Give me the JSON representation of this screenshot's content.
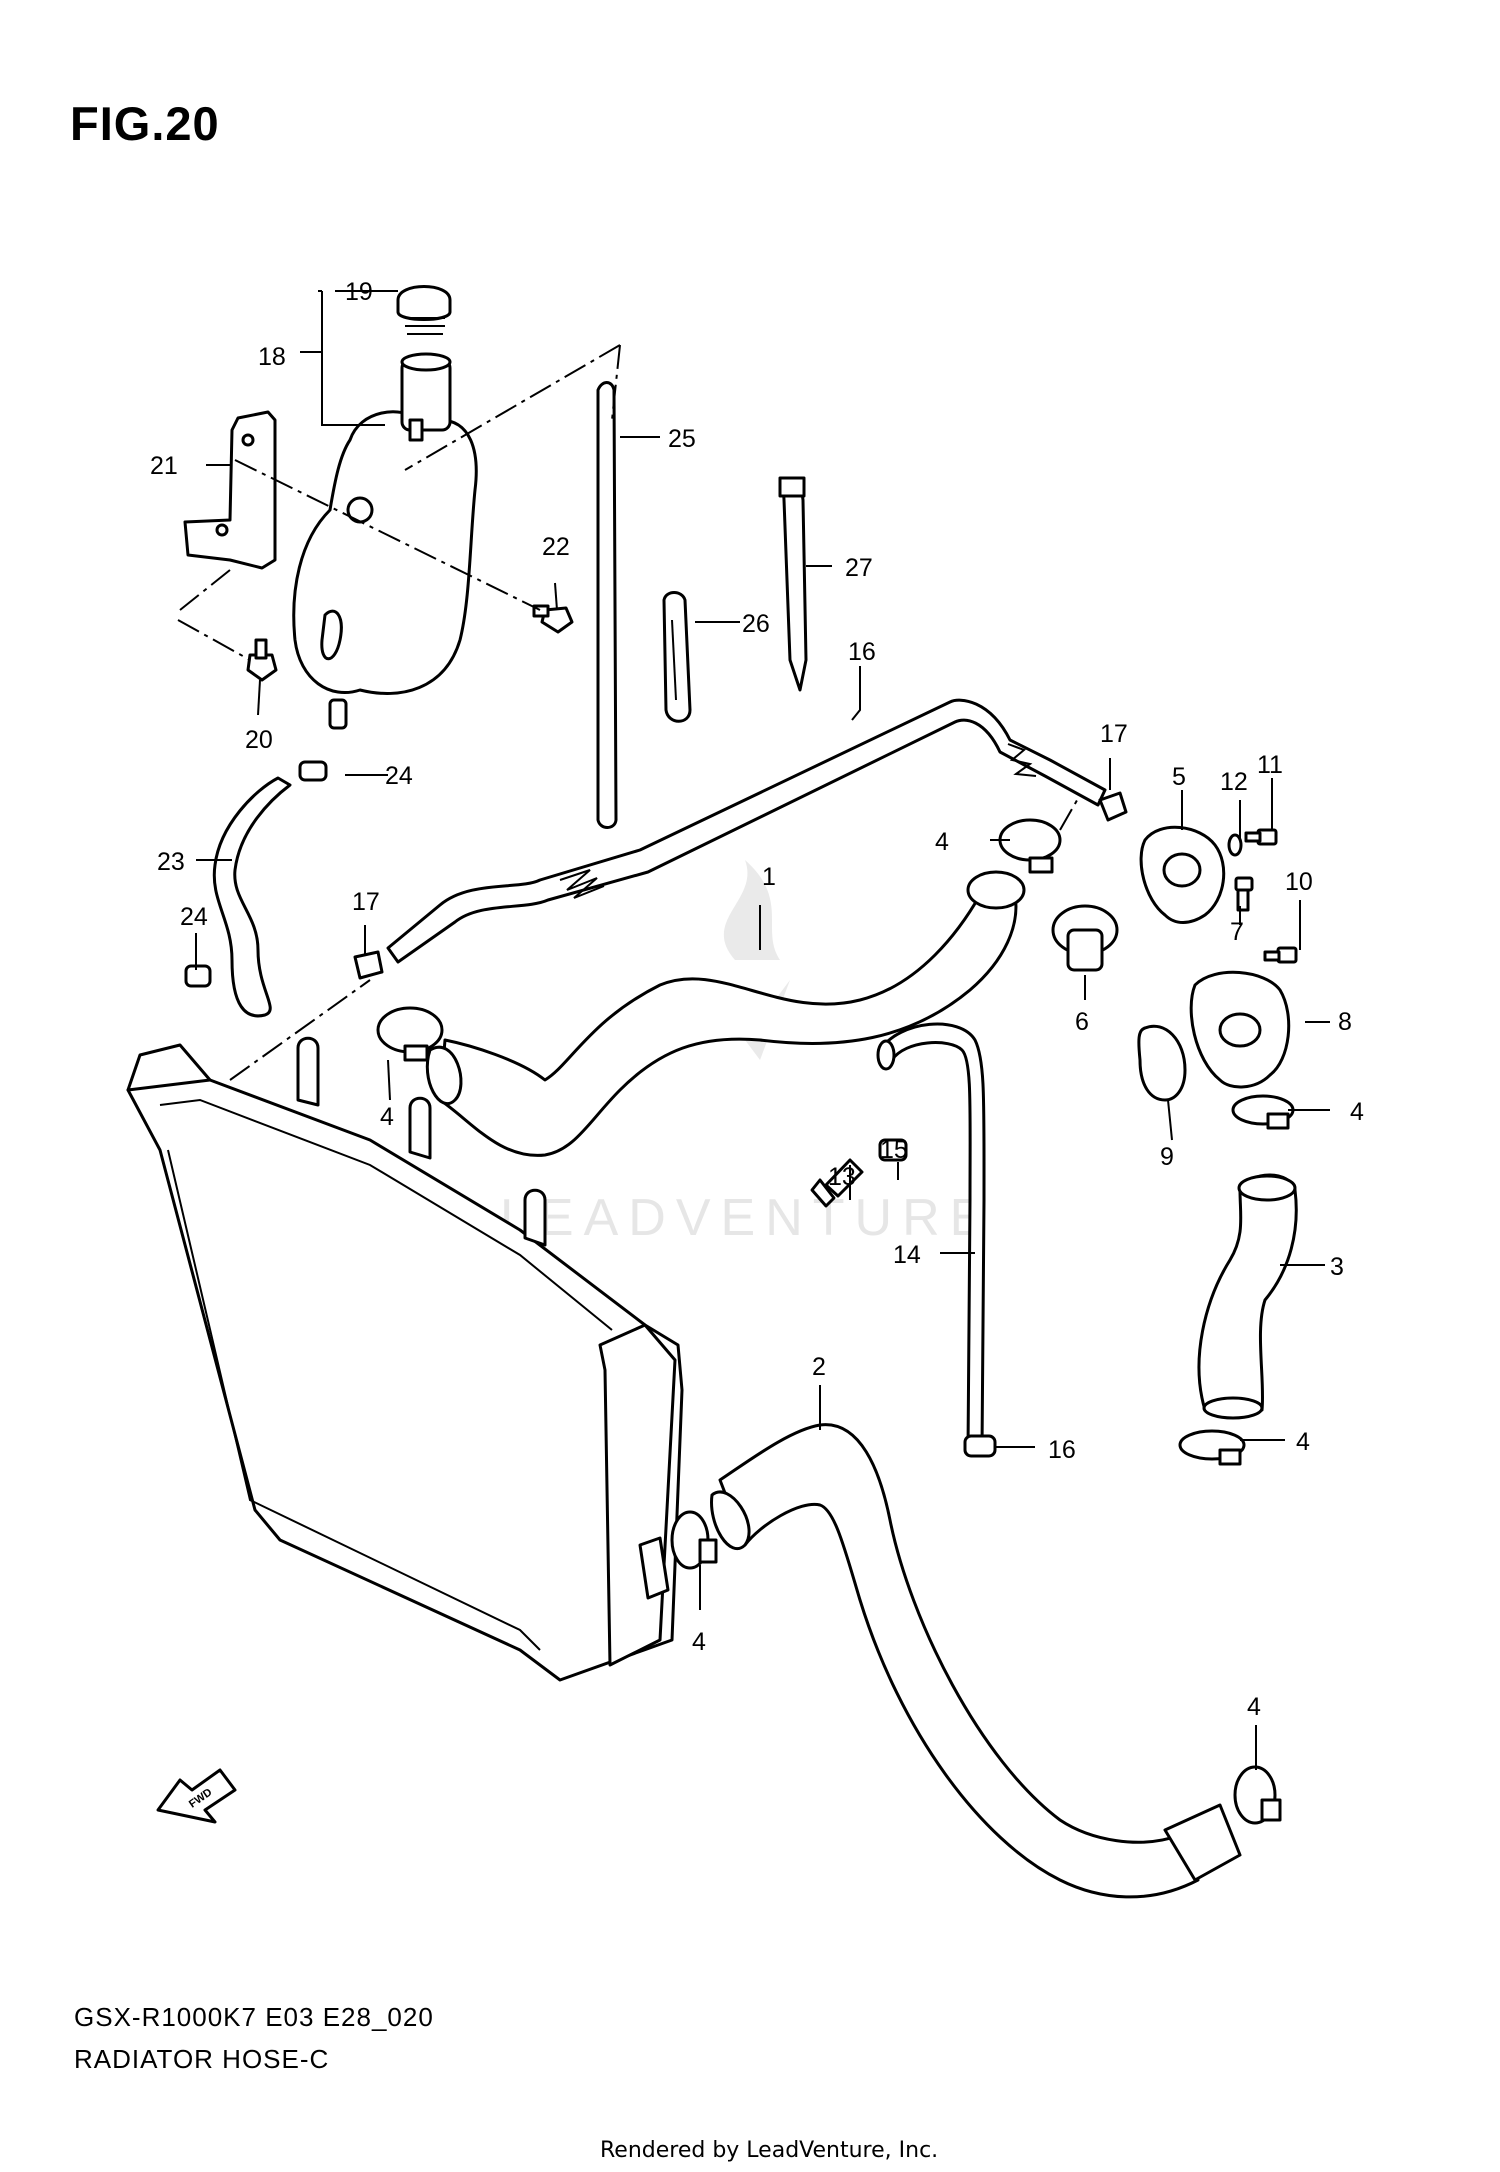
{
  "figure": {
    "title": "FIG.20",
    "model_code": "GSX-R1000K7 E03 E28_020",
    "section_name": "RADIATOR HOSE-C",
    "rendered_by": "Rendered by LeadVenture, Inc.",
    "watermark": "LEADVENTURE"
  },
  "callouts": [
    {
      "id": "c1",
      "label": "1"
    },
    {
      "id": "c2",
      "label": "2"
    },
    {
      "id": "c3",
      "label": "3"
    },
    {
      "id": "c4a",
      "label": "4"
    },
    {
      "id": "c4b",
      "label": "4"
    },
    {
      "id": "c4c",
      "label": "4"
    },
    {
      "id": "c4d",
      "label": "4"
    },
    {
      "id": "c4e",
      "label": "4"
    },
    {
      "id": "c4f",
      "label": "4"
    },
    {
      "id": "c5",
      "label": "5"
    },
    {
      "id": "c6",
      "label": "6"
    },
    {
      "id": "c7",
      "label": "7"
    },
    {
      "id": "c8",
      "label": "8"
    },
    {
      "id": "c9",
      "label": "9"
    },
    {
      "id": "c10",
      "label": "10"
    },
    {
      "id": "c11",
      "label": "11"
    },
    {
      "id": "c12",
      "label": "12"
    },
    {
      "id": "c13",
      "label": "13"
    },
    {
      "id": "c14",
      "label": "14"
    },
    {
      "id": "c15",
      "label": "15"
    },
    {
      "id": "c16a",
      "label": "16"
    },
    {
      "id": "c16b",
      "label": "16"
    },
    {
      "id": "c17a",
      "label": "17"
    },
    {
      "id": "c17b",
      "label": "17"
    },
    {
      "id": "c18",
      "label": "18"
    },
    {
      "id": "c19",
      "label": "19"
    },
    {
      "id": "c20",
      "label": "20"
    },
    {
      "id": "c21",
      "label": "21"
    },
    {
      "id": "c22",
      "label": "22"
    },
    {
      "id": "c23",
      "label": "23"
    },
    {
      "id": "c24a",
      "label": "24"
    },
    {
      "id": "c24b",
      "label": "24"
    },
    {
      "id": "c25",
      "label": "25"
    },
    {
      "id": "c26",
      "label": "26"
    },
    {
      "id": "c27",
      "label": "27"
    }
  ],
  "fwd_label": "FWD"
}
